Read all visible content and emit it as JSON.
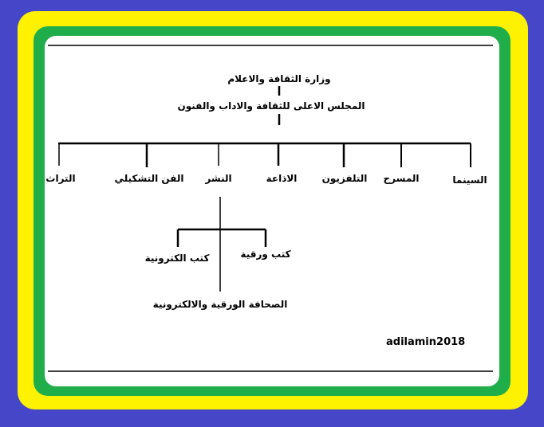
{
  "ministry": "وزارة الثقافة والاعلام",
  "council": "المجلس الاعلى للثقافة والاداب والفنون",
  "departments": [
    "السينما",
    "المسرح",
    "التلفزيون",
    "الاذاعة",
    "النشر",
    "الفن التشكيلي",
    "التراث"
  ],
  "publishing": {
    "paper_books": "كتب ورقية",
    "e_books": "كتب الكترونية",
    "press": "الصحافة الورقية والالكترونية"
  },
  "signature": "adilamin2018"
}
